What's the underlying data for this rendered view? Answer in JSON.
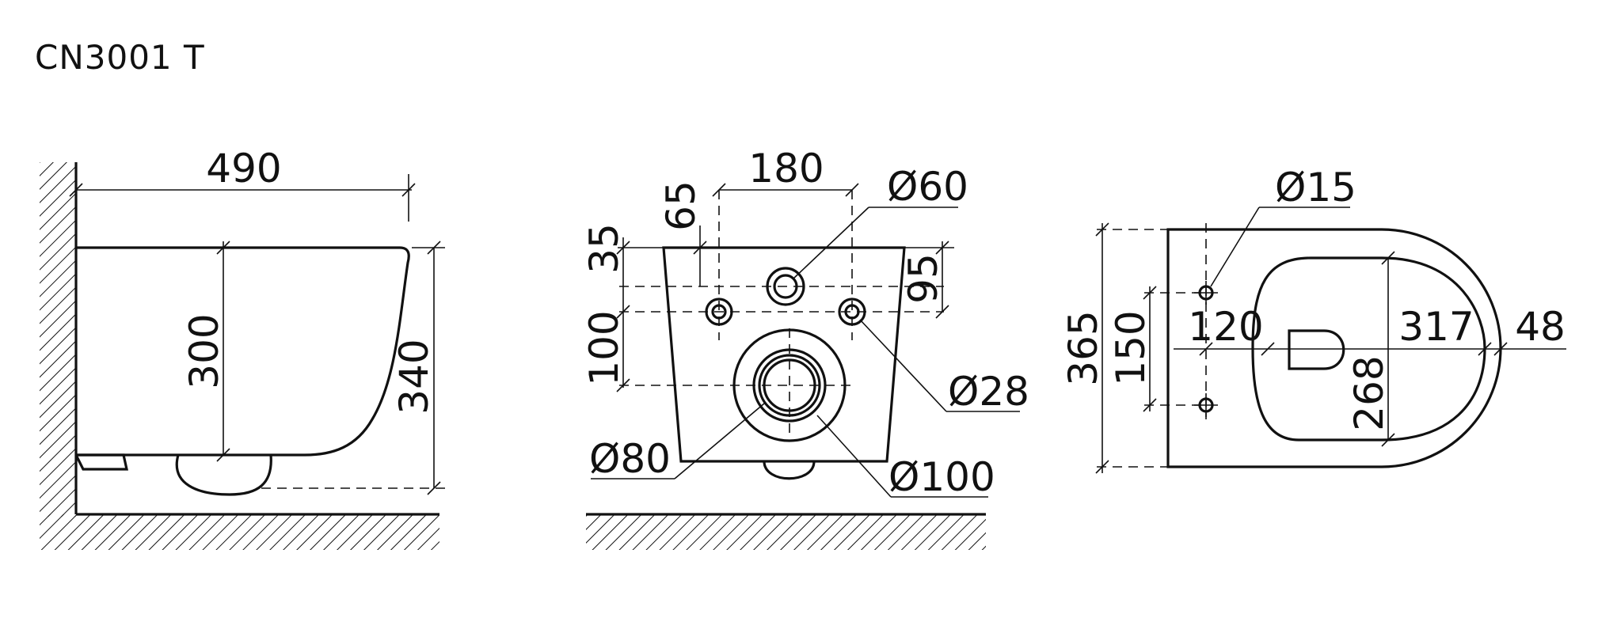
{
  "model": "CN3001 T",
  "side_view": {
    "length": "490",
    "bowl_height": "300",
    "total_height": "340"
  },
  "rear_view": {
    "bolt_spacing": "180",
    "inlet_offset": "65",
    "inlet_diameter": "Ø60",
    "top_to_bolts": "35",
    "top_to_inlet": "95",
    "bolt_to_outlet": "100",
    "bolt_diameter": "Ø28",
    "outlet_diameter": "Ø80",
    "outlet_outer_diameter": "Ø100"
  },
  "top_view": {
    "hole_diameter": "Ø15",
    "overall_width": "365",
    "hole_spacing": "150",
    "hole_to_bowl": "120",
    "bowl_length": "317",
    "rim_to_front": "48",
    "bowl_width": "268"
  }
}
